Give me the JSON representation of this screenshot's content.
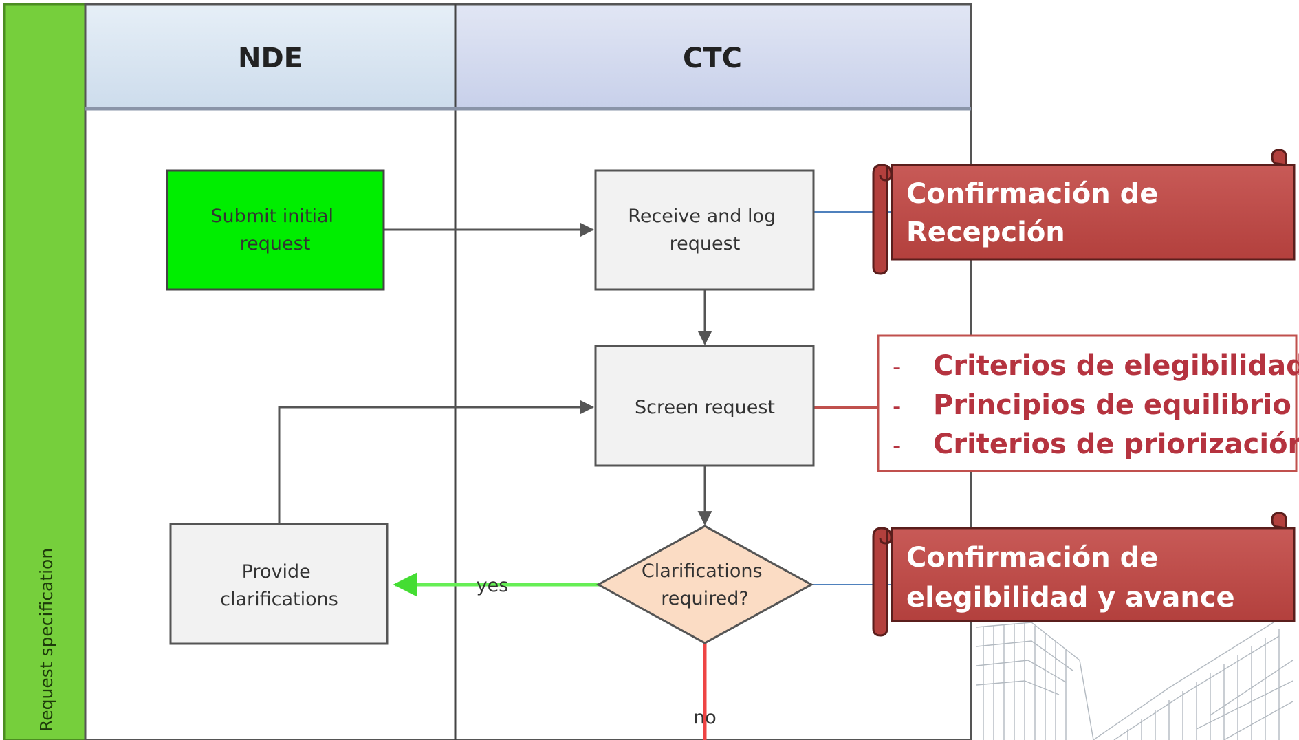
{
  "pool": {
    "label": "Request specification"
  },
  "lanes": [
    {
      "id": "nde",
      "title": "NDE"
    },
    {
      "id": "ctc",
      "title": "CTC"
    }
  ],
  "steps": {
    "submit": {
      "lines": [
        "Submit initial",
        "request"
      ]
    },
    "receive": {
      "lines": [
        "Receive and log",
        "request"
      ]
    },
    "screen": {
      "lines": [
        "Screen request"
      ]
    },
    "decision": {
      "lines": [
        "Clarifications",
        "required?"
      ]
    },
    "provide": {
      "lines": [
        "Provide",
        "clarifications"
      ]
    }
  },
  "flow_labels": {
    "yes": "yes",
    "no": "no"
  },
  "callouts": {
    "reception": {
      "lines": [
        "Confirmación de",
        "Recepción"
      ]
    },
    "criteria": {
      "dash": "-",
      "items": [
        "Criterios de elegibilidad",
        "Principios de equilibrio",
        "Criterios de priorización"
      ]
    },
    "eligibility": {
      "lines": [
        "Confirmación de",
        "elegibilidad y avance"
      ]
    }
  },
  "colors": {
    "pool_bar": "#76cf3c",
    "lane_header_nde": "#d8e6f2",
    "lane_header_ctc": "#d3d9ee",
    "submit_fill": "#00ee00",
    "box_fill": "#f2f2f2",
    "decision_fill": "#fbdcc4",
    "callout_fill": "#c0504d",
    "criteria_text": "#b5333f",
    "yes_line": "#66ee55",
    "no_line": "#ee4444",
    "connector": "#4f81bd"
  }
}
